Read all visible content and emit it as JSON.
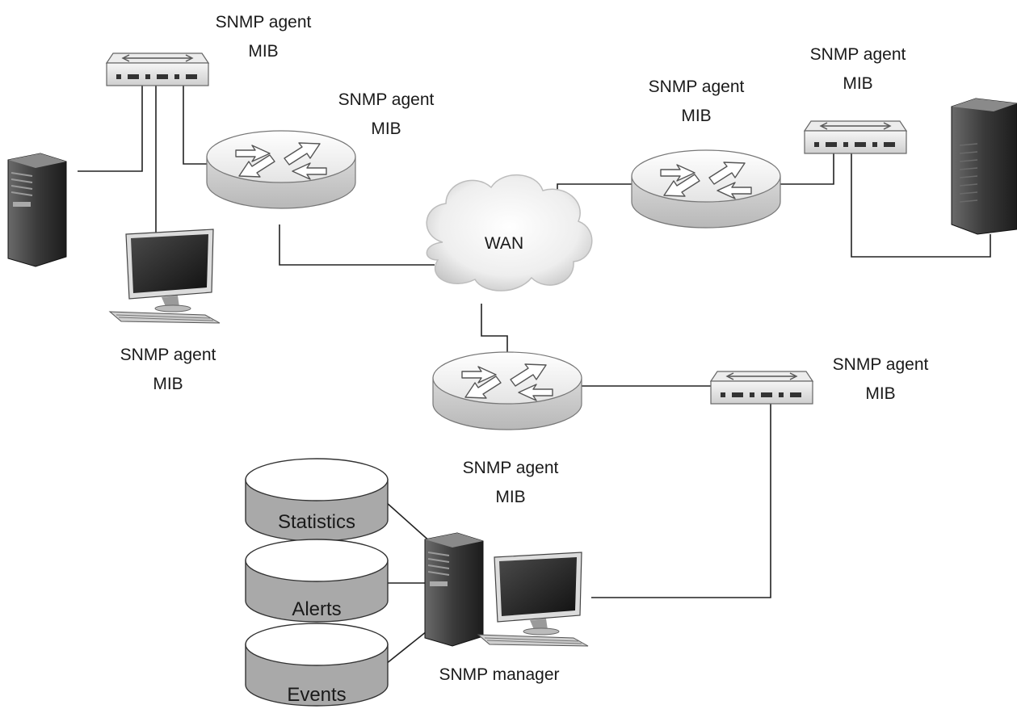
{
  "agent_line1": "SNMP agent",
  "agent_line2": "MIB",
  "wan": "WAN",
  "manager": "SNMP manager",
  "databases": {
    "statistics": "Statistics",
    "alerts": "Alerts",
    "events": "Events"
  }
}
